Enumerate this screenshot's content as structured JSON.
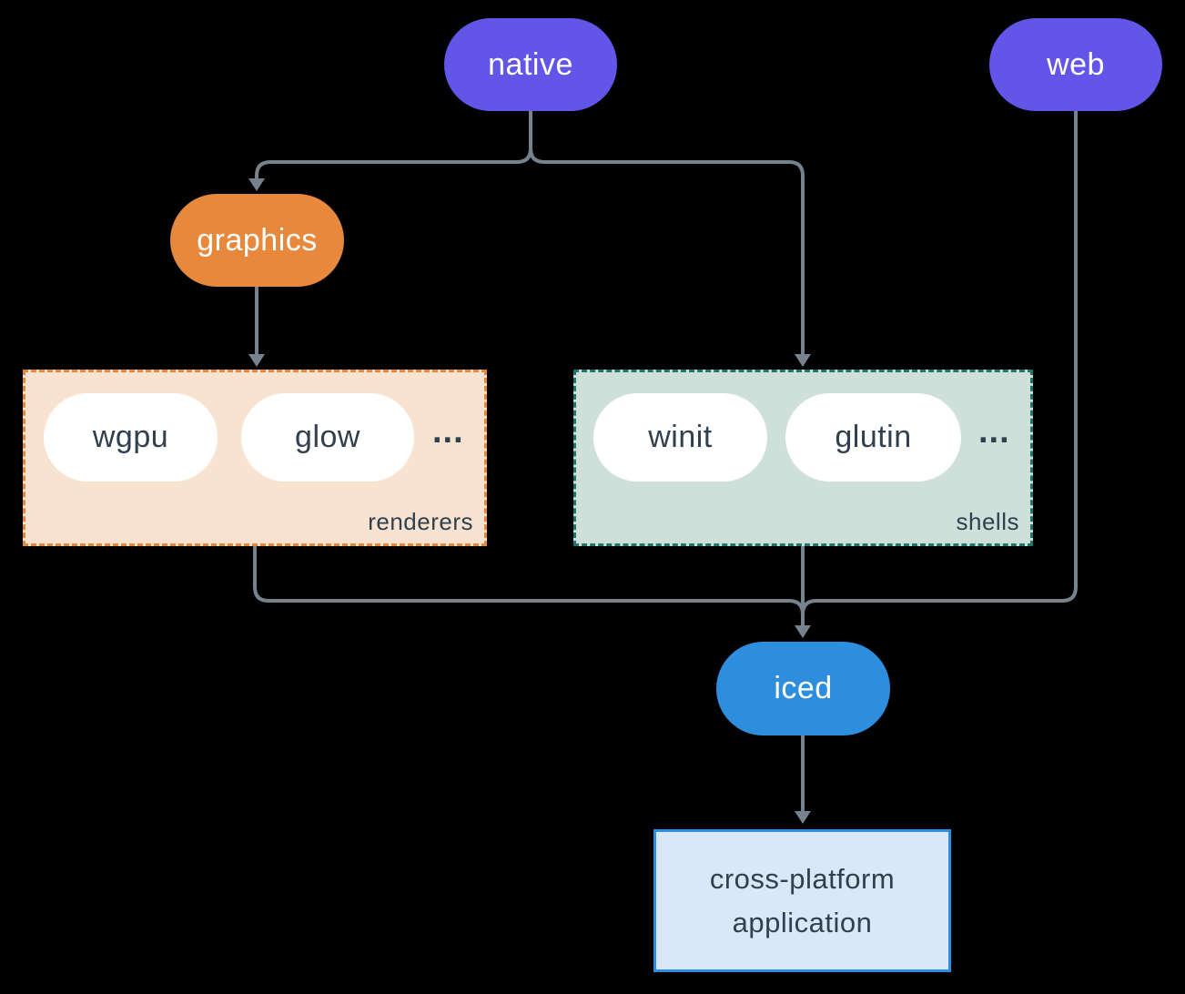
{
  "diagram": {
    "colors": {
      "background": "#000000",
      "purple": "#6156e8",
      "orange": "#e8883c",
      "blue": "#2e8ede",
      "connector": "#76838f",
      "slate_text": "#30404f",
      "renderers_fill": "#f8e3d1",
      "renderers_border": "#e8873c",
      "shells_fill": "#cfe0db",
      "shells_border": "#20756a",
      "app_fill": "#d8e8f8",
      "app_border": "#2e8ede"
    },
    "nodes": {
      "native": {
        "label": "native"
      },
      "web": {
        "label": "web"
      },
      "graphics": {
        "label": "graphics"
      },
      "iced": {
        "label": "iced"
      },
      "application": {
        "lines": [
          "cross-platform",
          "application"
        ]
      }
    },
    "groups": {
      "renderers": {
        "label": "renderers",
        "items": [
          "wgpu",
          "glow"
        ],
        "ellipsis": "..."
      },
      "shells": {
        "label": "shells",
        "items": [
          "winit",
          "glutin"
        ],
        "ellipsis": "..."
      }
    }
  }
}
